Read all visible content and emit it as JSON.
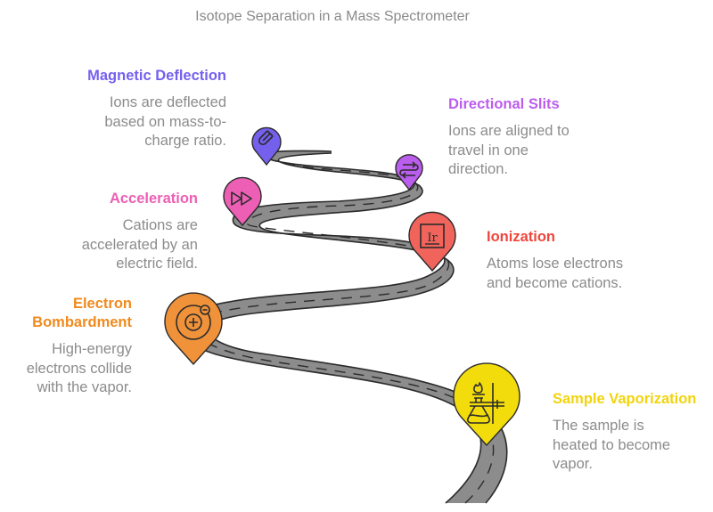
{
  "title": "Isotope Separation in a Mass Spectrometer",
  "colors": {
    "road": "#8c8c8c",
    "road_outline": "#2b2b2b",
    "text_muted": "#8c8c8c"
  },
  "steps": [
    {
      "order": 1,
      "heading": "Sample Vaporization",
      "description_lines": [
        "The sample is",
        "heated to become",
        "vapor."
      ],
      "color": "#f2dc0c",
      "icon": "bunsen-burner-flask-icon"
    },
    {
      "order": 2,
      "heading_lines": [
        "Electron",
        "Bombardment"
      ],
      "description_lines": [
        "High-energy",
        "electrons collide",
        "with the vapor."
      ],
      "color": "#f0923a",
      "icon": "atom-electron-icon"
    },
    {
      "order": 3,
      "heading": "Ionization",
      "description_lines": [
        "Atoms lose electrons",
        "and become cations."
      ],
      "color": "#f0645c",
      "icon": "element-ir-icon",
      "icon_text": "Ir"
    },
    {
      "order": 4,
      "heading": "Acceleration",
      "description_lines": [
        "Cations are",
        "accelerated by an",
        "electric field."
      ],
      "color": "#ec5fb4",
      "icon": "fast-forward-icon"
    },
    {
      "order": 5,
      "heading": "Directional Slits",
      "description_lines": [
        "Ions are aligned to",
        "travel in one",
        "direction."
      ],
      "color": "#bb5ded",
      "icon": "swap-arrows-icon"
    },
    {
      "order": 6,
      "heading": "Magnetic Deflection",
      "description_lines": [
        "Ions are deflected",
        "based on mass-to-",
        "charge ratio."
      ],
      "color": "#7560ee",
      "icon": "magnet-icon"
    }
  ]
}
